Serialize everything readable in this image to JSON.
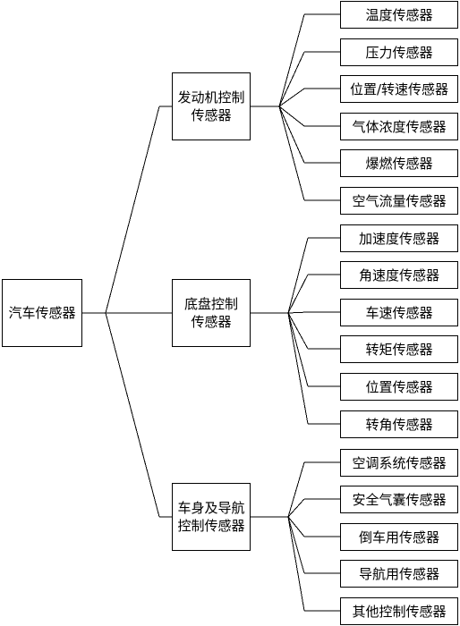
{
  "root": {
    "label": "汽车传感器"
  },
  "groups": [
    {
      "label": "发动机控制\n传感器",
      "children": [
        "温度传感器",
        "压力传感器",
        "位置/转速传感器",
        "气体浓度传感器",
        "爆燃传感器",
        "空气流量传感器"
      ]
    },
    {
      "label": "底盘控制\n传感器",
      "children": [
        "加速度传感器",
        "角速度传感器",
        "车速传感器",
        "转矩传感器",
        "位置传感器",
        "转角传感器"
      ]
    },
    {
      "label": "车身及导航\n控制传感器",
      "children": [
        "空调系统传感器",
        "安全气囊传感器",
        "倒车用传感器",
        "导航用传感器",
        "其他控制传感器"
      ]
    }
  ]
}
